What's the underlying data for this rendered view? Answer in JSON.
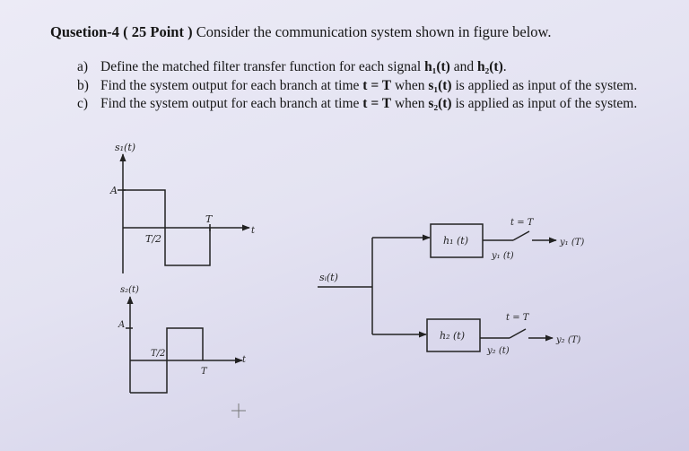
{
  "question": {
    "number": "Qusetion-4",
    "points": "( 25 Point )",
    "text": "Consider the communication system shown in figure below."
  },
  "items": [
    {
      "label": "a)",
      "pre": "Define the matched filter transfer function for each signal ",
      "math1": "h₁(t)",
      "mid": " and ",
      "math2": "h₂(t)",
      "post": "."
    },
    {
      "label": "b)",
      "pre": "Find the system output for each branch at time ",
      "math1": "t = T",
      "mid": " when ",
      "math2": "s₁(t)",
      "post": " is applied as input of the system."
    },
    {
      "label": "c)",
      "pre": "Find the system output for each branch at time ",
      "math1": "t = T",
      "mid": " when ",
      "math2": "s₂(t)",
      "post": " is applied as input of the system."
    }
  ],
  "plot1": {
    "ylabel": "s₁(t)",
    "amp": "A",
    "half": "T/2",
    "end": "T",
    "x": "t"
  },
  "plot2": {
    "ylabel": "s₂(t)",
    "amp": "A",
    "half": "T/2",
    "end": "T",
    "x": "t"
  },
  "block": {
    "input": "sᵢ(t)",
    "filter1": "h₁ (t)",
    "filter2": "h₂ (t)",
    "sample1": "t = T",
    "sample2": "t = T",
    "y1": "y₁ (t)",
    "y2": "y₂ (t)",
    "out1": "y₁ (T)",
    "out2": "y₂ (T)"
  }
}
